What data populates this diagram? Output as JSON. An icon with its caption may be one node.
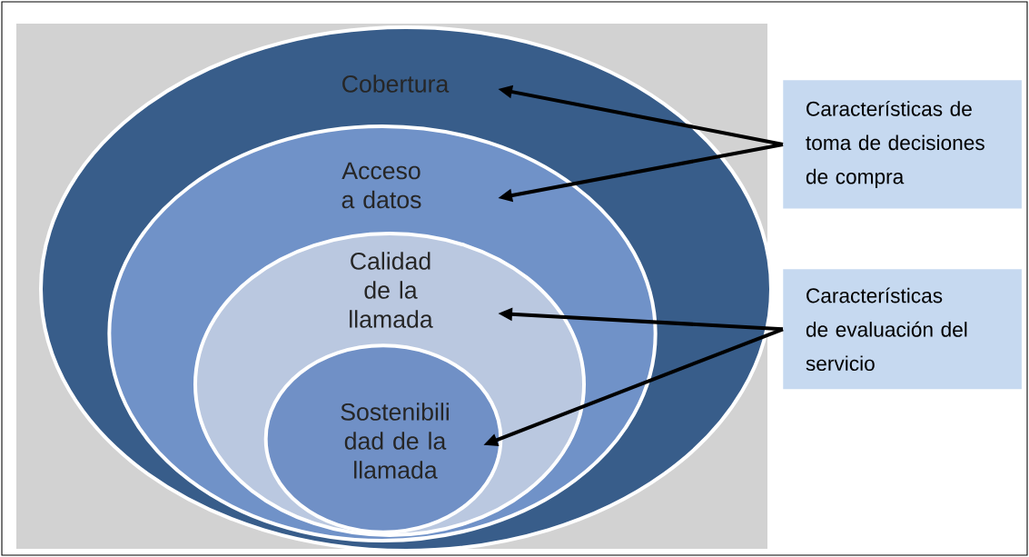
{
  "diagram": {
    "nodes": [
      {
        "text": [
          "Cobertura"
        ]
      },
      {
        "text": [
          "Acceso a datos"
        ],
        "in": 0
      },
      {
        "text": [
          "Calidad de la llamada"
        ],
        "in": 1
      },
      {
        "text": [
          "Sostenibili dad de la llamada"
        ],
        "in": 2
      },
      {
        "text": [
          "Características de toma de decisiones de compra"
        ]
      },
      {
        "text": [
          "Características de evaluación del servicio"
        ]
      }
    ],
    "edges": [
      {
        "from": 4,
        "to": 0,
        "arrow": "to"
      },
      {
        "from": 4,
        "to": 1,
        "arrow": "to"
      },
      {
        "from": 5,
        "to": 2,
        "arrow": "to"
      },
      {
        "from": 5,
        "to": 3,
        "arrow": "to"
      }
    ]
  }
}
